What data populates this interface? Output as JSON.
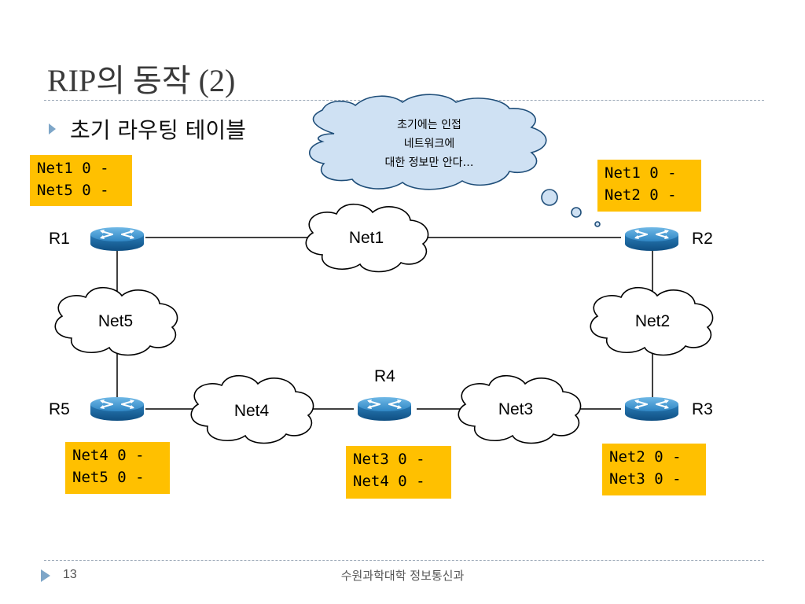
{
  "slide": {
    "title": "RIP의 동작 (2)",
    "bullet": "초기 라우팅 테이블",
    "callout_lines": [
      "초기에는 인접",
      "네트워크에",
      "대한 정보만 안다…"
    ]
  },
  "routers": {
    "r1": "R1",
    "r2": "R2",
    "r3": "R3",
    "r4": "R4",
    "r5": "R5"
  },
  "networks": {
    "net1": "Net1",
    "net2": "Net2",
    "net3": "Net3",
    "net4": "Net4",
    "net5": "Net5"
  },
  "routing_tables": {
    "r1": [
      "Net1 0 -",
      "Net5 0 -"
    ],
    "r2": [
      "Net1 0 -",
      "Net2 0 -"
    ],
    "r3": [
      "Net2 0 -",
      "Net3 0 -"
    ],
    "r4": [
      "Net3 0 -",
      "Net4 0 -"
    ],
    "r5": [
      "Net4 0 -",
      "Net5 0 -"
    ]
  },
  "footer": {
    "page_number": "13",
    "department": "수원과학대학 정보통신과"
  },
  "colors": {
    "table_bg": "#ffc000",
    "router_blue": "#3a8ec9",
    "bullet_accent": "#7ea6c8"
  }
}
